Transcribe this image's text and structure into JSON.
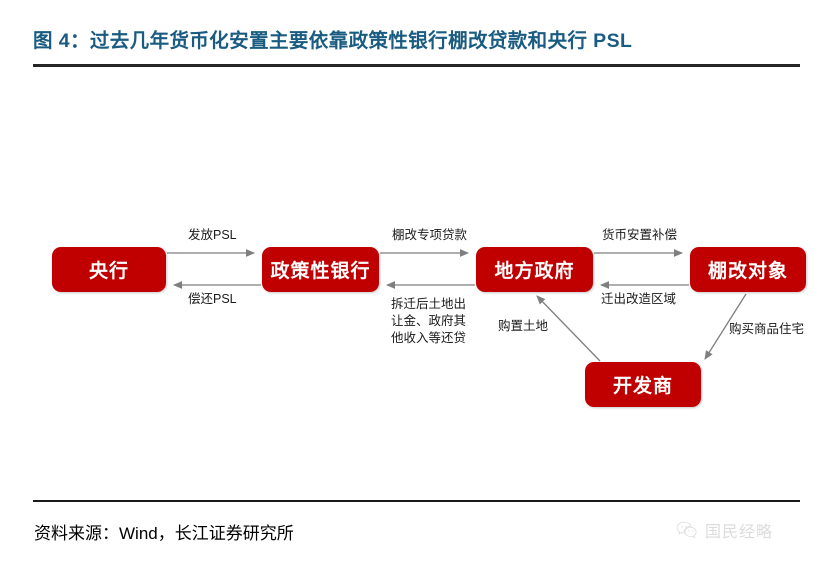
{
  "header": {
    "title": "图 4：过去几年货币化安置主要依靠政策性银行棚改贷款和央行 PSL",
    "title_color": "#1a5c81"
  },
  "footer": {
    "source": "资料来源：Wind，长江证券研究所",
    "watermark_text": "国民经略",
    "watermark_icon": "wechat-logo-icon"
  },
  "diagram": {
    "type": "flow-diagram",
    "node_color": "#c00000",
    "node_text_color": "#ffffff",
    "arrow_color": "#808080",
    "nodes": [
      {
        "id": "central-bank",
        "label": "央行"
      },
      {
        "id": "policy-bank",
        "label": "政策性银行"
      },
      {
        "id": "local-gov",
        "label": "地方政府"
      },
      {
        "id": "shed-target",
        "label": "棚改对象"
      },
      {
        "id": "developer",
        "label": "开发商"
      }
    ],
    "edges": [
      {
        "id": "issue-psl",
        "from": "central-bank",
        "to": "policy-bank",
        "label": "发放PSL"
      },
      {
        "id": "repay-psl",
        "from": "policy-bank",
        "to": "central-bank",
        "label": "偿还PSL"
      },
      {
        "id": "shed-loan",
        "from": "policy-bank",
        "to": "local-gov",
        "label": "棚改专项贷款"
      },
      {
        "id": "land-repay",
        "from": "local-gov",
        "to": "policy-bank",
        "label": "拆迁后土地出让金、政府其他收入等还贷"
      },
      {
        "id": "comp-money",
        "from": "local-gov",
        "to": "shed-target",
        "label": "货币安置补偿"
      },
      {
        "id": "move-out",
        "from": "shed-target",
        "to": "local-gov",
        "label": "迁出改造区域"
      },
      {
        "id": "buy-land",
        "from": "developer",
        "to": "local-gov",
        "label": "购置土地"
      },
      {
        "id": "buy-house",
        "from": "shed-target",
        "to": "developer",
        "label": "购买商品住宅"
      }
    ]
  }
}
